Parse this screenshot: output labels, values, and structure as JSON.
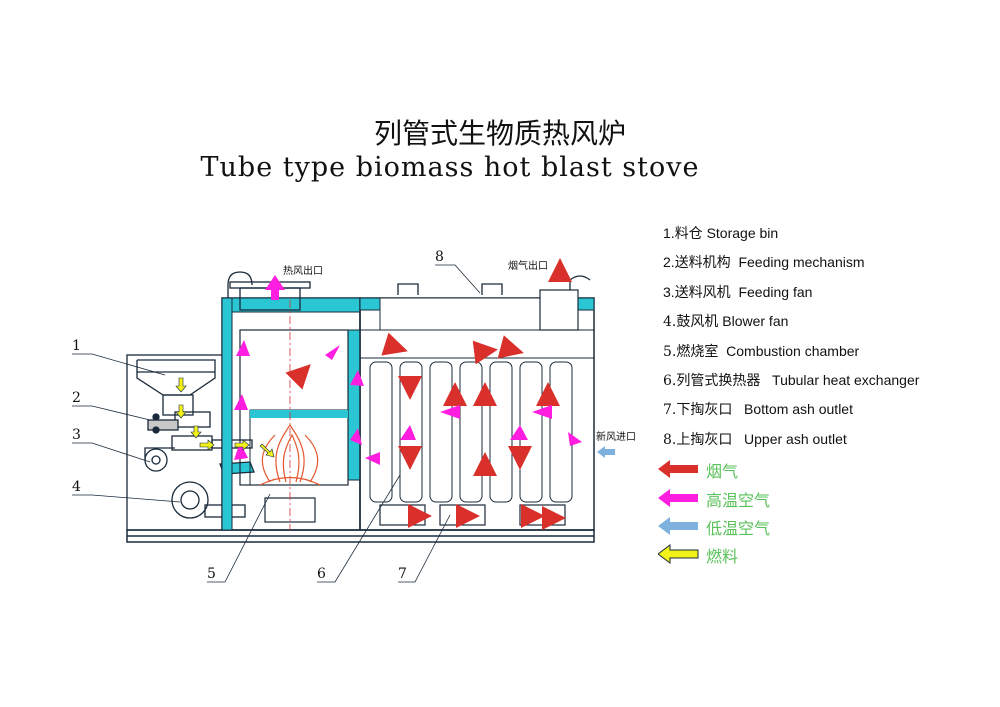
{
  "title_cn": "列管式生物质热风炉",
  "title_en": "Tube type biomass hot blast stove",
  "legend": [
    {
      "num": "1.",
      "cn": "料仓",
      "en": "Storage bin"
    },
    {
      "num": "2.",
      "cn": "送料机构",
      "en": "Feeding mechanism"
    },
    {
      "num": "3.",
      "cn": "送料风机",
      "en": "Feeding fan"
    },
    {
      "num": "4.",
      "cn": "鼓风机",
      "en": "Blower fan"
    },
    {
      "num": "5.",
      "cn": "燃烧室",
      "en": "Combustion chamber"
    },
    {
      "num": "6.",
      "cn": "列管式换热器",
      "en": "Tubular heat exchanger"
    },
    {
      "num": "7.",
      "cn": "下掏灰口",
      "en": "Bottom ash outlet"
    },
    {
      "num": "8.",
      "cn": "上掏灰口",
      "en": "Upper ash outlet"
    }
  ],
  "flow_key": [
    {
      "label": "烟气",
      "color": "#d9302c"
    },
    {
      "label": "高温空气",
      "color": "#ff1ee0"
    },
    {
      "label": "低温空气",
      "color": "#7fb1de"
    },
    {
      "label": "燃料",
      "color": "#f2f21a"
    }
  ],
  "diagram_labels": {
    "hot_air_outlet": "热风出口",
    "flue_gas_outlet": "烟气出口",
    "fresh_air_inlet": "新风进口"
  },
  "callouts": [
    "1",
    "2",
    "3",
    "4",
    "5",
    "6",
    "7",
    "8"
  ],
  "colors": {
    "insulation": "#2bc6d4",
    "line": "#1a2a3a"
  }
}
